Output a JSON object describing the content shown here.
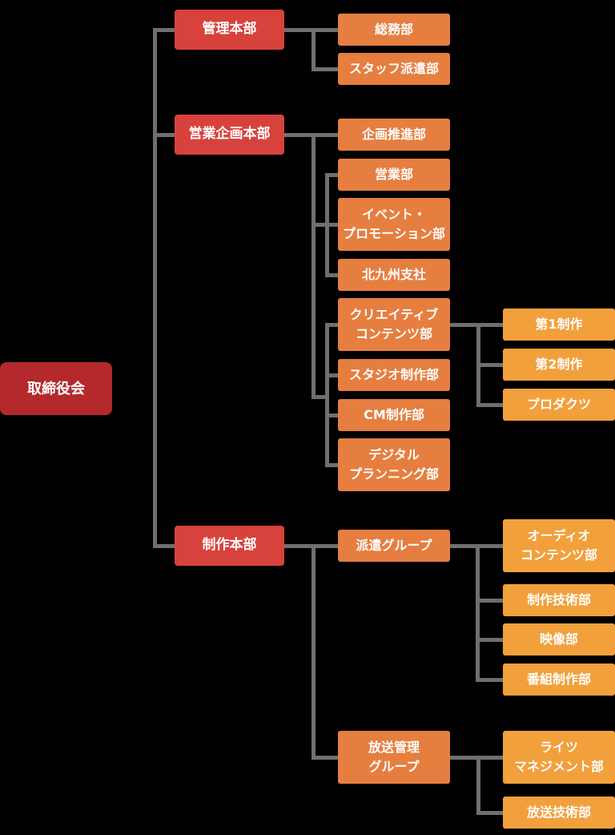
{
  "colors": {
    "root_box": "#B3292C",
    "division_box": "#D8423C",
    "department_box": "#E67E40",
    "team_box": "#F2A03C",
    "connector": "#6F6F6F",
    "text": "#FFFFFF",
    "background": "#000000"
  },
  "chart": {
    "type": "org-chart",
    "root": {
      "label": "取締役会",
      "children": [
        {
          "label": "管理本部",
          "children": [
            {
              "label": "総務部"
            },
            {
              "label": "スタッフ派遣部"
            }
          ]
        },
        {
          "label": "営業企画本部",
          "children": [
            {
              "label": "企画推進部"
            },
            {
              "label": "営業部"
            },
            {
              "label": "イベント・\nプロモーション部"
            },
            {
              "label": "北九州支社"
            },
            {
              "label": "クリエイティブ\nコンテンツ部",
              "children": [
                {
                  "label": "第1制作"
                },
                {
                  "label": "第2制作"
                },
                {
                  "label": "プロダクツ"
                }
              ]
            },
            {
              "label": "スタジオ制作部"
            },
            {
              "label": "CM制作部"
            },
            {
              "label": "デジタル\nプランニング部"
            }
          ]
        },
        {
          "label": "制作本部",
          "children": [
            {
              "label": "派遣グループ",
              "children": [
                {
                  "label": "オーディオ\nコンテンツ部"
                },
                {
                  "label": "制作技術部"
                },
                {
                  "label": "映像部"
                },
                {
                  "label": "番組制作部"
                }
              ]
            },
            {
              "label": "放送管理\nグループ",
              "children": [
                {
                  "label": "ライツ\nマネジメント部"
                },
                {
                  "label": "放送技術部"
                }
              ]
            }
          ]
        }
      ]
    }
  }
}
